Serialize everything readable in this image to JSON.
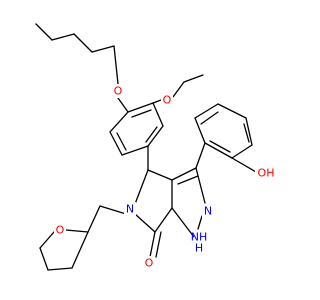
{
  "molecule": {
    "atom_labels": {
      "o_butoxy": "O",
      "o_ethoxy": "O",
      "oh": "OH",
      "n_pyrazole": "N",
      "nh": "NH",
      "h": "H",
      "n_lactam": "N",
      "o_thf": "O",
      "o_carbonyl": "O"
    },
    "colors": {
      "bond": "#000000",
      "oxygen": "#ff0000",
      "nitrogen": "#0000ff",
      "hydroxyl": "#ff0000",
      "carbon_text": "#000000"
    }
  }
}
